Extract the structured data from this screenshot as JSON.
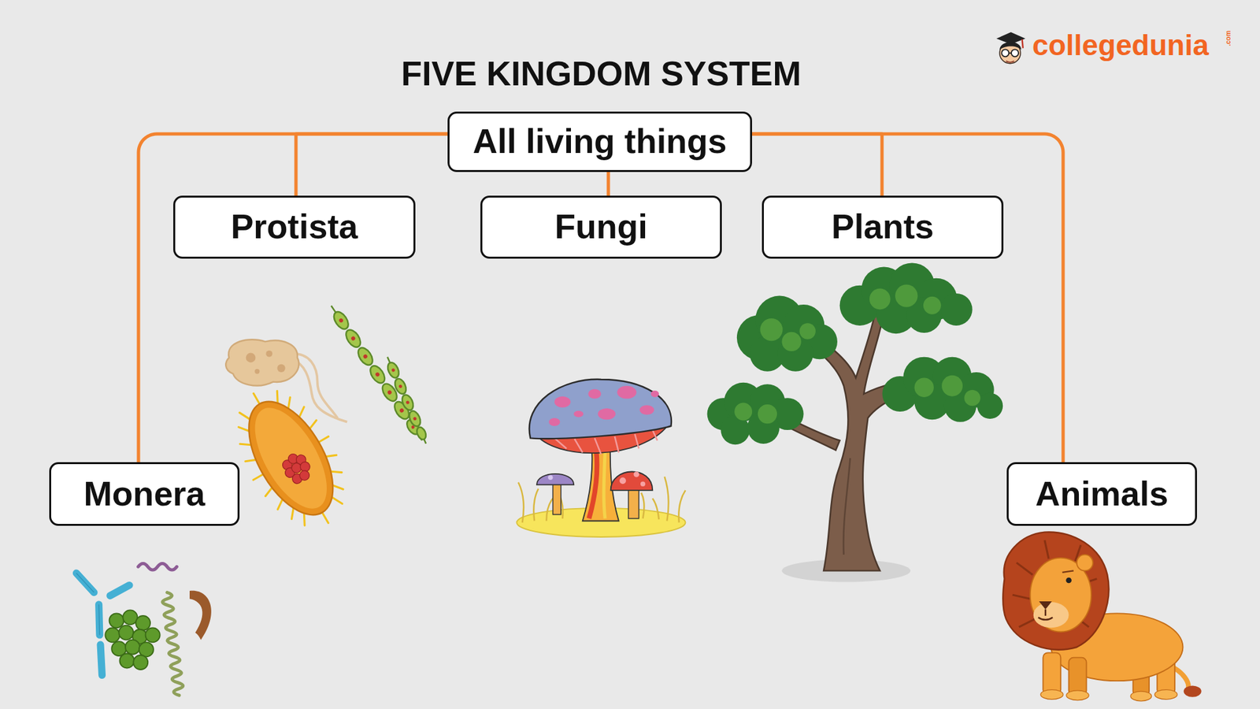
{
  "diagram": {
    "title": "FIVE KINGDOM SYSTEM",
    "nodes": [
      {
        "text": [
          "All living things"
        ]
      },
      {
        "text": [
          "Protista"
        ]
      },
      {
        "text": [
          "Fungi"
        ]
      },
      {
        "text": [
          "Plants"
        ]
      },
      {
        "text": [
          "Monera"
        ]
      },
      {
        "text": [
          "Animals"
        ]
      }
    ],
    "edges": [
      {
        "from": 0,
        "to": 4,
        "arrow": "none"
      },
      {
        "from": 0,
        "to": 1,
        "arrow": "none"
      },
      {
        "from": 0,
        "to": 2,
        "arrow": "none"
      },
      {
        "from": 0,
        "to": 3,
        "arrow": "none"
      },
      {
        "from": 0,
        "to": 5,
        "arrow": "none"
      }
    ],
    "labels": [
      "collegedunia",
      ".com"
    ]
  }
}
